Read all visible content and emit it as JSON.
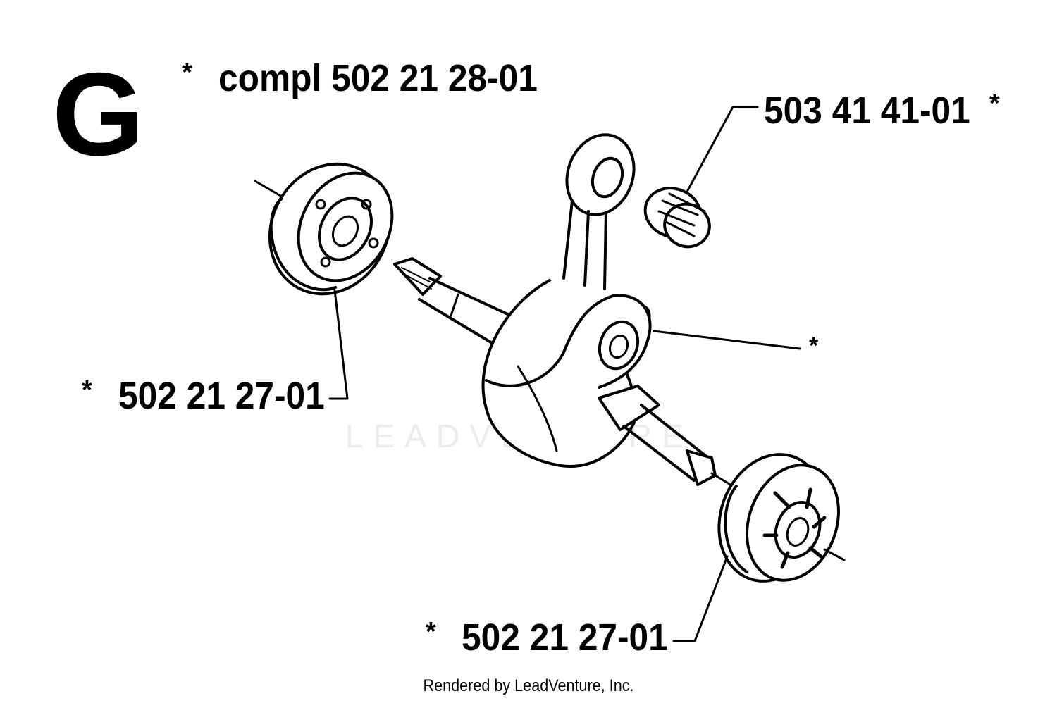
{
  "section": {
    "letter": "G"
  },
  "complete_assembly": {
    "marker": "*",
    "label": "compl 502 21 28-01"
  },
  "parts": {
    "needle_bearing": {
      "part_number": "503 41 41-01",
      "marker": "*"
    },
    "crankshaft": {
      "marker": "*"
    },
    "bearing_left": {
      "part_number": "502 21 27-01",
      "marker": "*"
    },
    "bearing_right": {
      "part_number": "502 21 27-01",
      "marker": "*"
    }
  },
  "watermark": "LEADVENTURE",
  "credit": "Rendered by LeadVenture, Inc.",
  "colors": {
    "ink": "#000000",
    "background": "#ffffff",
    "watermark": "#ececec"
  }
}
